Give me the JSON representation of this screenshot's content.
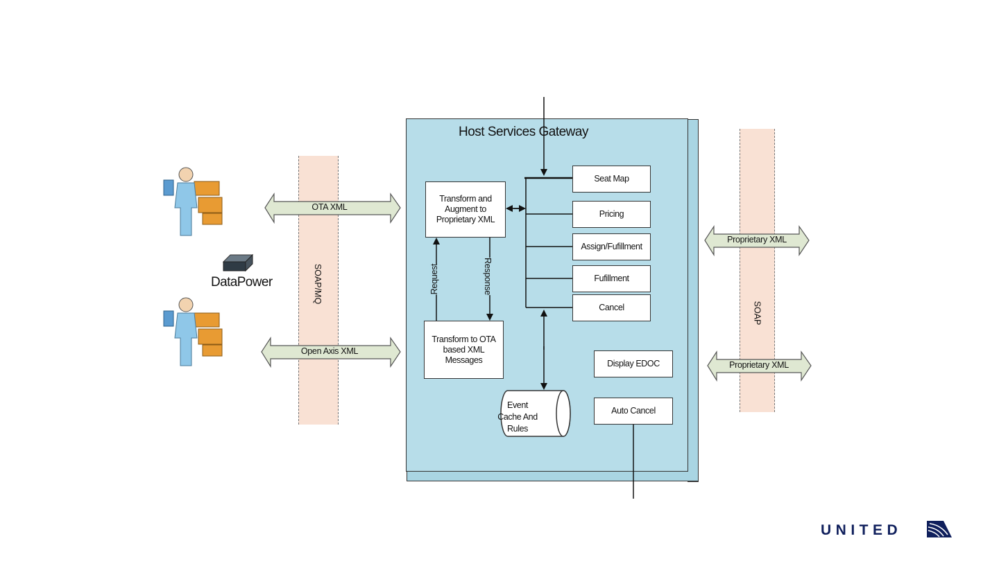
{
  "gateway": {
    "title": "Host Services Gateway"
  },
  "boxes": {
    "transform_augment": "Transform and Augment to Proprietary XML",
    "transform_ota": "Transform to OTA based XML Messages",
    "seat_map": "Seat Map",
    "pricing": "Pricing",
    "assign_fulfillment": "Assign/Fufillment",
    "fulfillment": "Fufillment",
    "cancel": "Cancel",
    "display_edoc": "Display EDOC",
    "auto_cancel": "Auto Cancel",
    "event_cache": "Event Cache And Rules"
  },
  "flow_labels": {
    "request": "Request",
    "response": "Response"
  },
  "left_side": {
    "soap_mq": "SOAP/MQ",
    "ota_xml": "OTA XML",
    "open_axis_xml": "Open Axis XML",
    "datapower": "DataPower"
  },
  "right_side": {
    "soap": "SOAP",
    "proprietary_xml_top": "Proprietary XML",
    "proprietary_xml_bottom": "Proprietary XML"
  },
  "brand": {
    "logo_text": "UNITED",
    "color": "#0f1f5c"
  },
  "colors": {
    "gateway_fill": "#b7dde9",
    "soap_bar": "#f9e1d4",
    "arrow_fill": "#dfe8d2"
  }
}
